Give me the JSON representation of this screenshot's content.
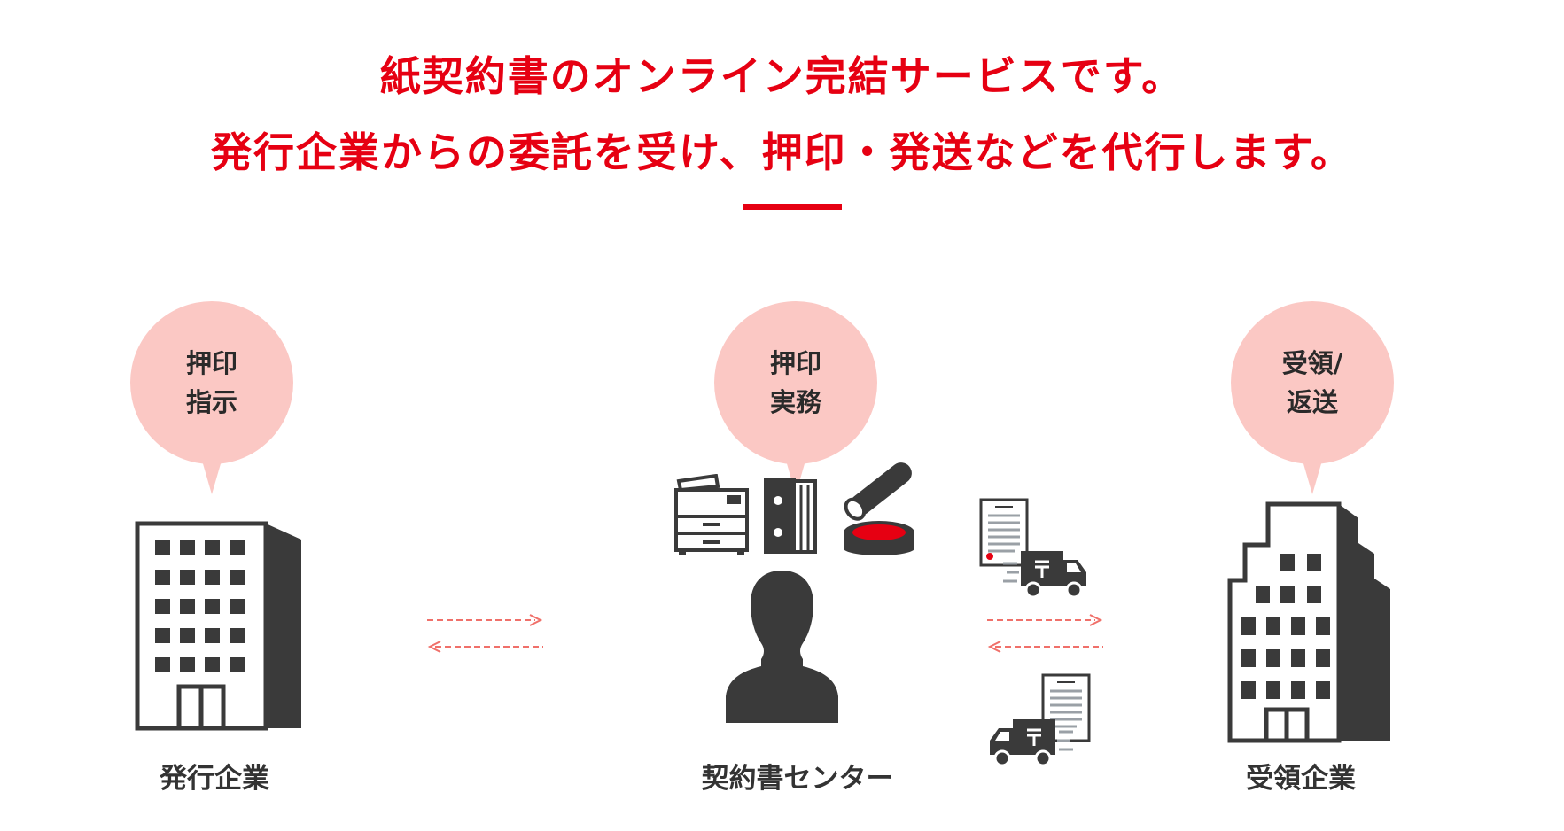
{
  "headline": {
    "line1": "紙契約書のオンライン完結サービスです。",
    "line2": "発行企業からの委託を受け、押印・発送などを代行します。"
  },
  "colors": {
    "accent": "#e60012",
    "bubble": "#fbc8c4",
    "icon": "#3a3a3a",
    "arrow": "#f0706a"
  },
  "issuer": {
    "bubble_line1": "押印",
    "bubble_line2": "指示",
    "caption": "発行企業",
    "icon": "office-building-icon"
  },
  "center": {
    "bubble_line1": "押印",
    "bubble_line2": "実務",
    "caption": "契約書センター",
    "icons": [
      "copier-icon",
      "binder-icon",
      "stamp-icon",
      "person-icon"
    ]
  },
  "receiver": {
    "bubble_line1": "受領/",
    "bubble_line2": "返送",
    "caption": "受領企業",
    "icon": "stepped-building-icon"
  },
  "delivery": {
    "icons": [
      "document-icon",
      "delivery-truck-icon"
    ]
  }
}
